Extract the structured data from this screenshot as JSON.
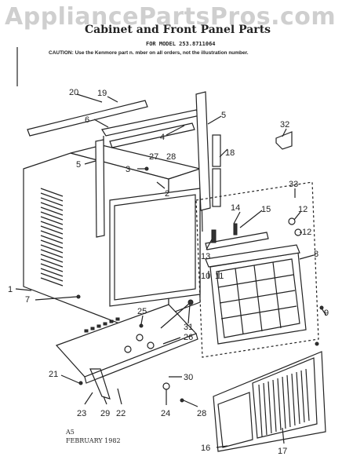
{
  "watermark": "AppliancePartsPros.com",
  "header": {
    "title": "Cabinet and Front Panel Parts",
    "model": "FOR MODEL 253.8711064",
    "caution": "CAUTION: Use the Kenmore part n. mber on all orders, not the illustration number."
  },
  "footer": {
    "code": "A5",
    "date": "FEBRUARY 1982"
  },
  "callouts": {
    "c1": "1",
    "c2": "2",
    "c3": "3",
    "c4": "4",
    "c5a": "5",
    "c5b": "5",
    "c6": "6",
    "c7": "7",
    "c8": "8",
    "c9": "9",
    "c10": "10",
    "c11": "11",
    "c12a": "12",
    "c12b": "12",
    "c13": "13",
    "c14": "14",
    "c15": "15",
    "c16": "16",
    "c17": "17",
    "c18": "18",
    "c19": "19",
    "c20": "20",
    "c21": "21",
    "c22": "22",
    "c23": "23",
    "c24": "24",
    "c25": "25",
    "c26": "26",
    "c27": "27",
    "c28a": "28",
    "c28b": "28",
    "c29": "29",
    "c30": "30",
    "c31": "31",
    "c32": "32",
    "c33": "33"
  }
}
